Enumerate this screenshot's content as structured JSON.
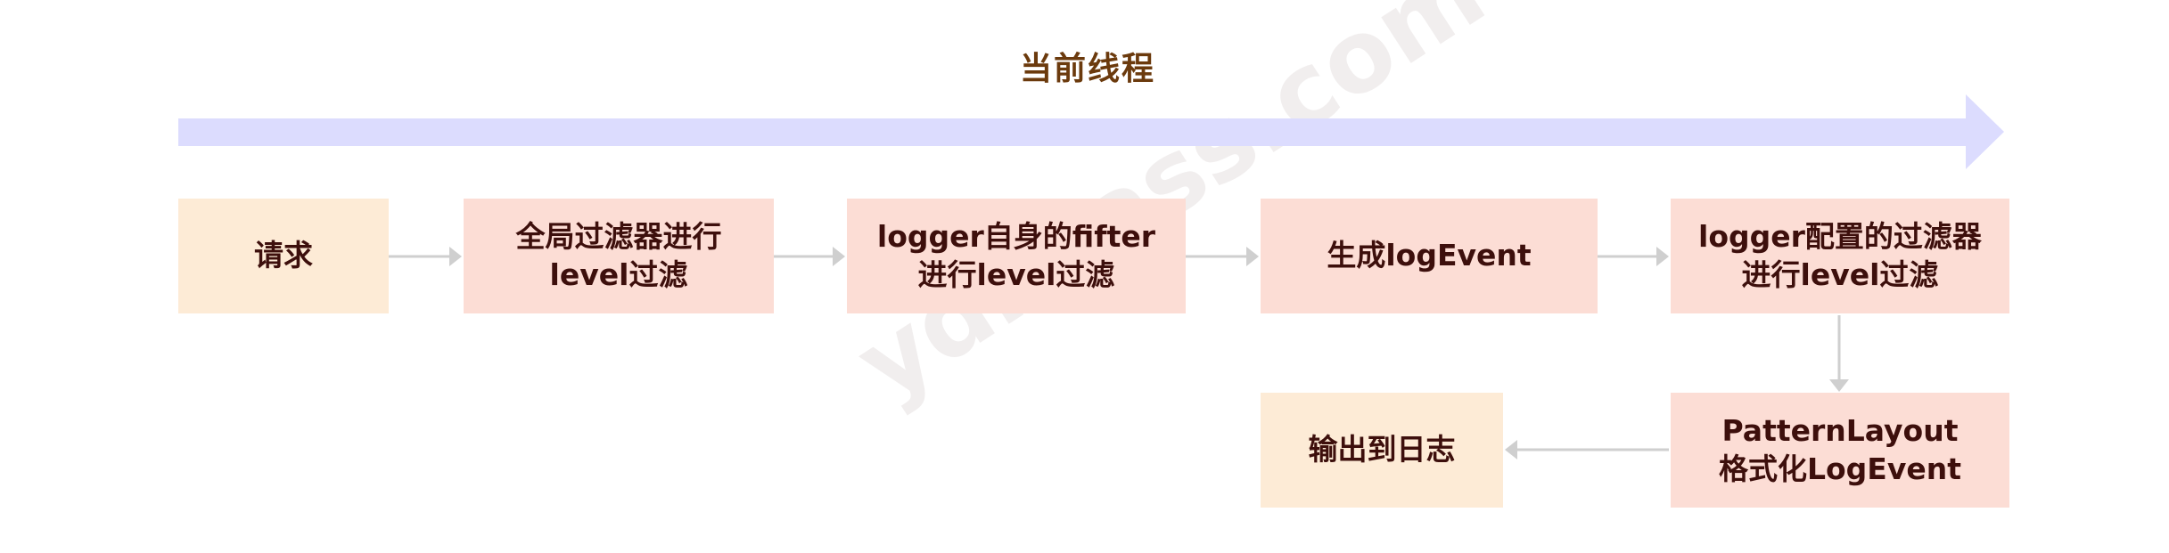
{
  "diagram": {
    "title": "当前线程",
    "watermark": "ydlclass.com",
    "nodes": [
      {
        "id": "request",
        "label": "请求"
      },
      {
        "id": "global-filter",
        "label": "全局过滤器进行\nlevel过滤"
      },
      {
        "id": "logger-self-filter",
        "label": "logger自身的fifter\n进行level过滤"
      },
      {
        "id": "create-log-event",
        "label": "生成logEvent"
      },
      {
        "id": "logger-config-filter",
        "label": "logger配置的过滤器\n进行level过滤"
      },
      {
        "id": "pattern-layout",
        "label": "PatternLayout\n格式化LogEvent"
      },
      {
        "id": "output-log",
        "label": "输出到日志"
      }
    ],
    "edges": [
      {
        "from": "request",
        "to": "global-filter"
      },
      {
        "from": "global-filter",
        "to": "logger-self-filter"
      },
      {
        "from": "logger-self-filter",
        "to": "create-log-event"
      },
      {
        "from": "create-log-event",
        "to": "logger-config-filter"
      },
      {
        "from": "logger-config-filter",
        "to": "pattern-layout"
      },
      {
        "from": "pattern-layout",
        "to": "output-log"
      }
    ],
    "colors": {
      "thread_arrow": "#dcdcfe",
      "box_light": "#fdebd6",
      "box_pink": "#fcddd5",
      "connector": "#cfcfcf",
      "title_text": "#6b3a0d",
      "box_text": "#3d0f0c"
    }
  }
}
